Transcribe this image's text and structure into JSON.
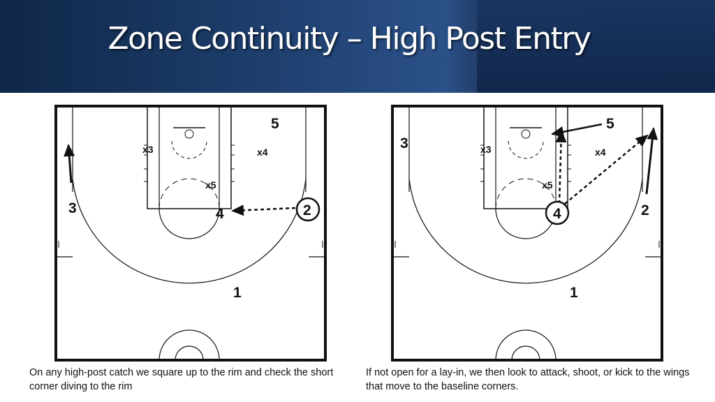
{
  "slide": {
    "title": "Zone Continuity – High Post Entry",
    "left_caption": "On any high-post catch we square up to the rim and check the short corner diving to the rim",
    "right_caption": "If not open for a lay-in, we then look to attack, shoot, or kick to the wings that move to the baseline corners."
  },
  "left_diagram": {
    "players": {
      "p1": "1",
      "p2": "2",
      "p3": "3",
      "p4": "4",
      "p5": "5"
    },
    "defenders": {
      "x3": "x3",
      "x4": "x4",
      "x5": "x5"
    }
  },
  "right_diagram": {
    "players": {
      "p1": "1",
      "p2": "2",
      "p3": "3",
      "p4": "4",
      "p5": "5"
    },
    "defenders": {
      "x3": "x3",
      "x4": "x4",
      "x5": "x5"
    }
  },
  "colors": {
    "header_dark": "#0f2748",
    "header_light": "#2b5189",
    "title_text": "#ffffff",
    "lines": "#111111"
  }
}
